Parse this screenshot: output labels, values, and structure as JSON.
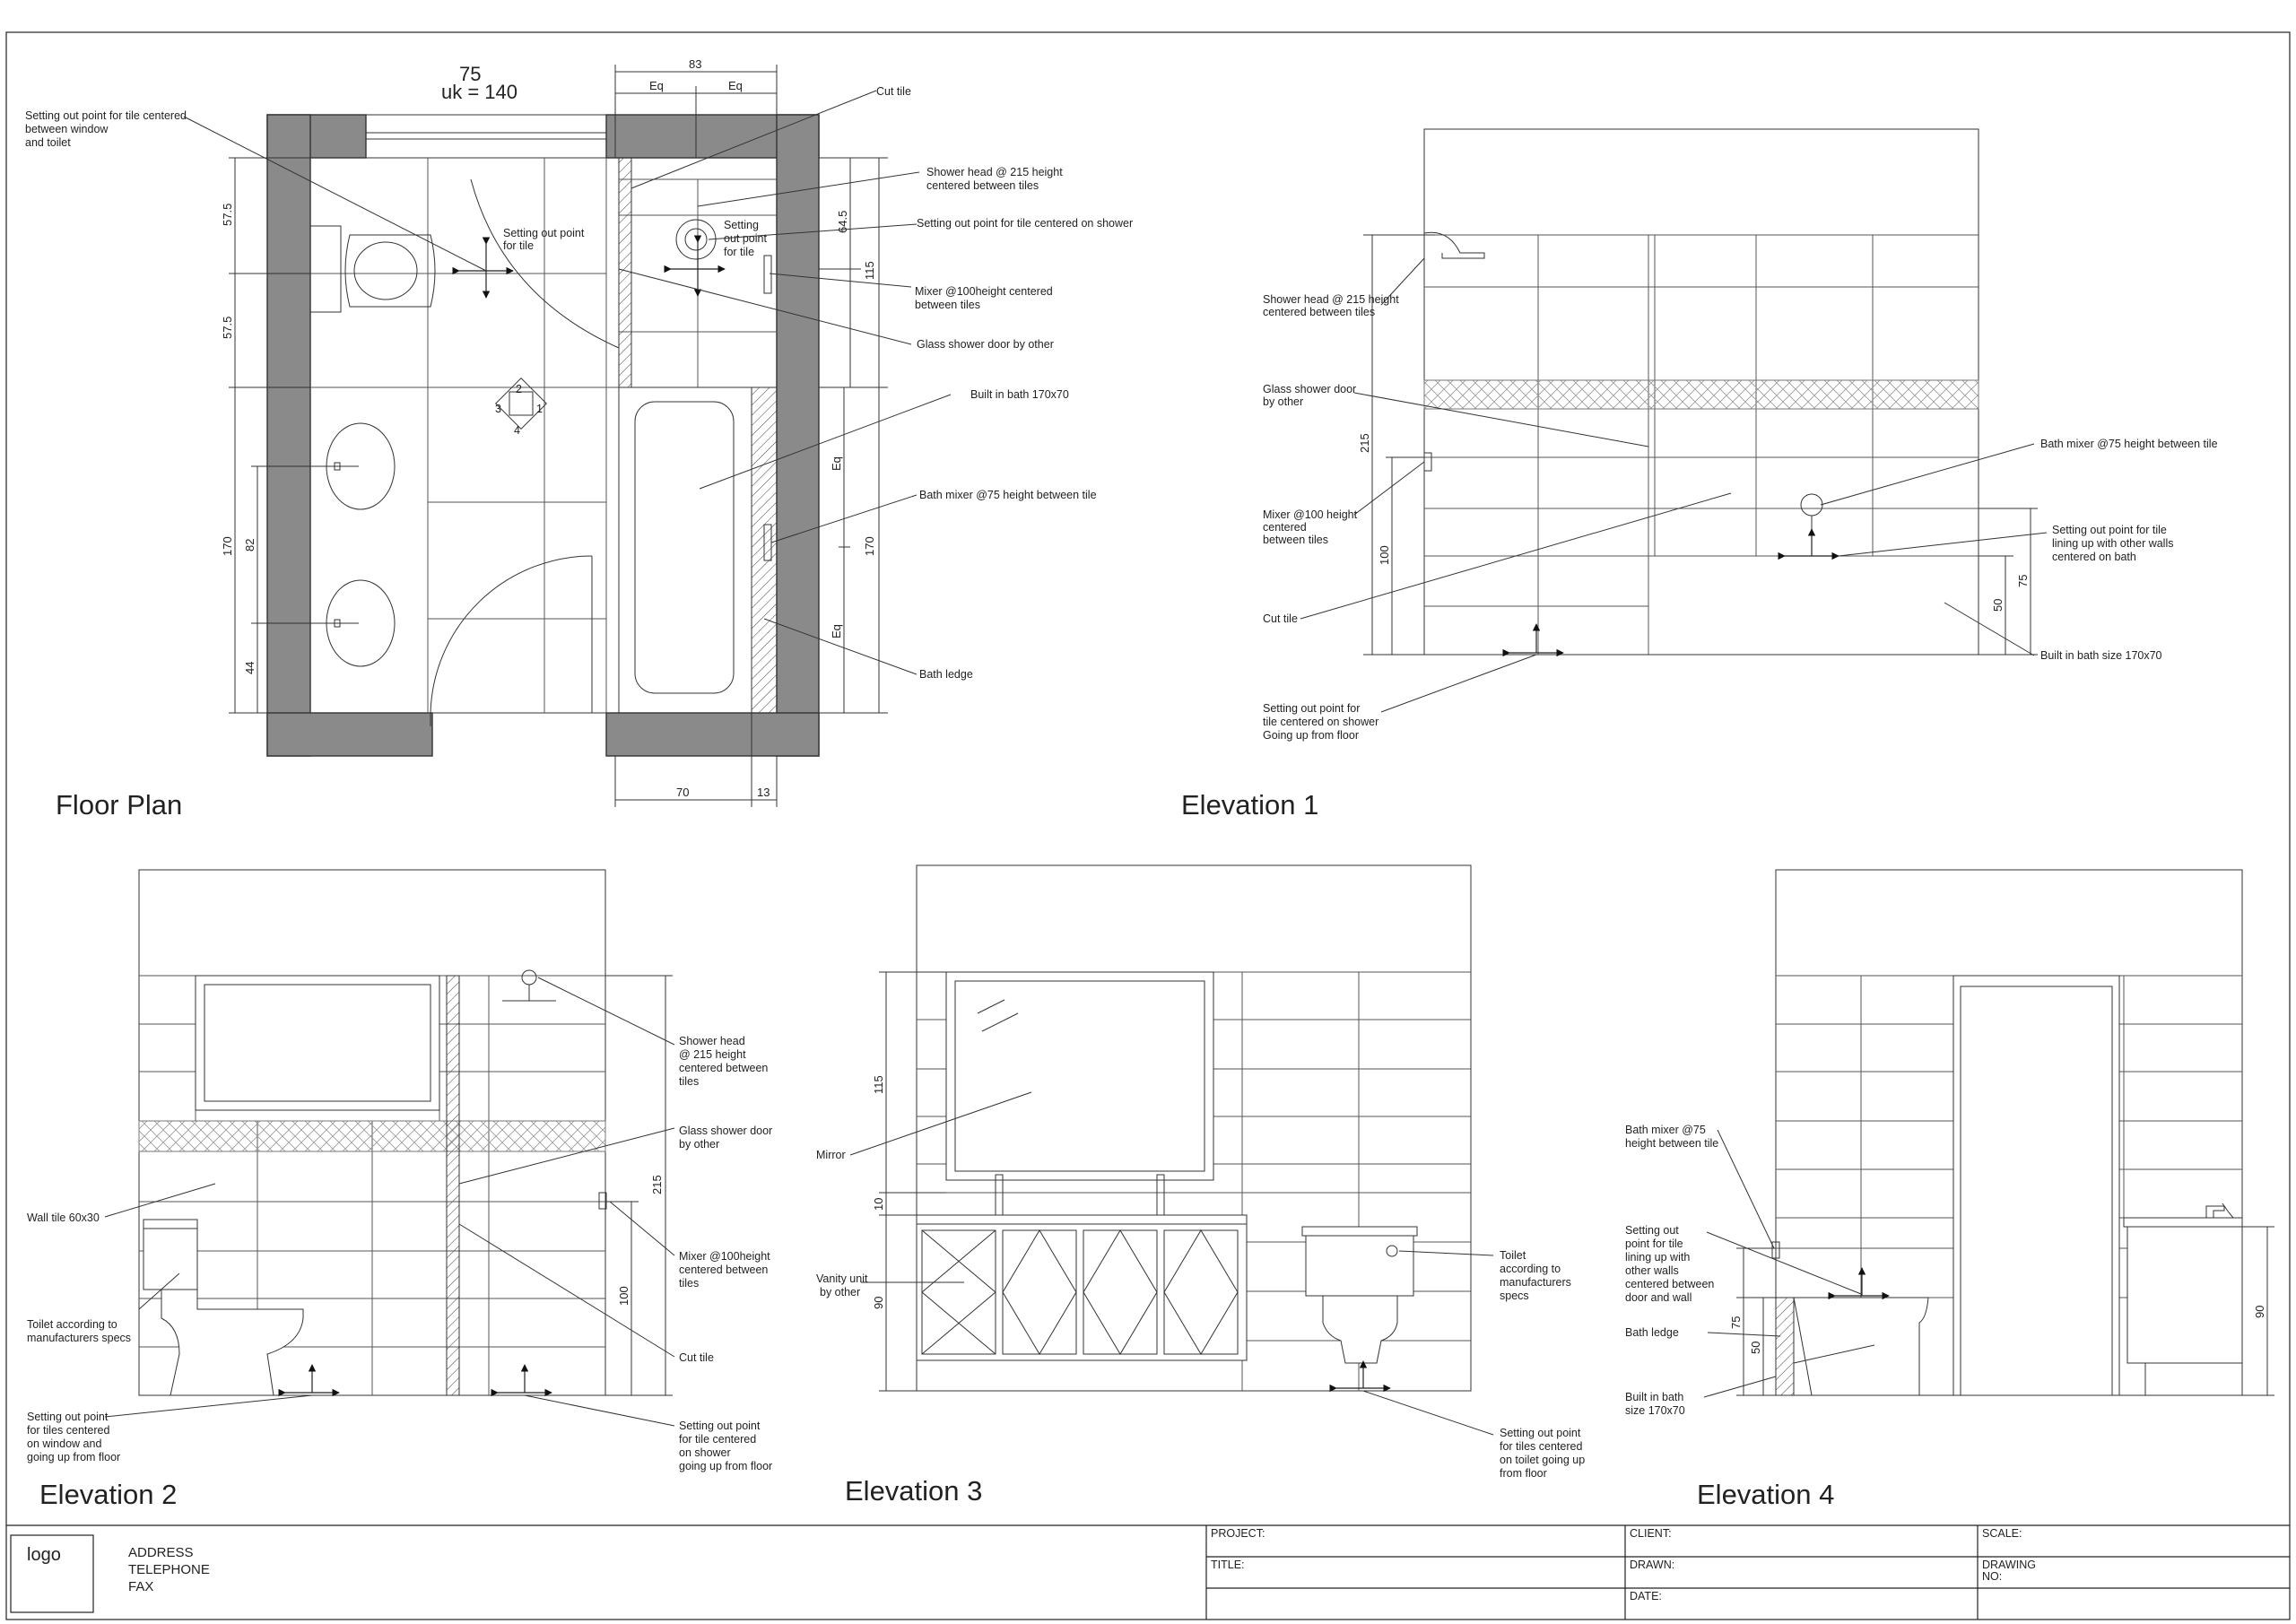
{
  "views": {
    "floor_plan": "Floor Plan",
    "elevation_1": "Elevation 1",
    "elevation_2": "Elevation 2",
    "elevation_3": "Elevation 3",
    "elevation_4": "Elevation 4"
  },
  "floor_plan": {
    "window_dim": "75",
    "window_dim_uk": "uk = 140",
    "dim_top": "83",
    "eq": "Eq",
    "dim_57a": "57.5",
    "dim_57b": "57.5",
    "dim_170_left": "170",
    "dim_82": "82",
    "dim_44": "44",
    "dim_64": "64.5",
    "dim_115": "115",
    "dim_170_right": "170",
    "dim_70": "70",
    "dim_13": "13",
    "n1": "1",
    "n2": "2",
    "n3": "3",
    "n4": "4",
    "notes": {
      "setting_window_1": "Setting out point for tile centered",
      "setting_window_2": " between window",
      "setting_window_3": "and toilet",
      "setting_tile_1": "Setting out point",
      "setting_tile_2": "for tile",
      "setting_small_1": "Setting",
      "setting_small_2": "out point",
      "setting_small_3": "for tile",
      "cut_tile": "Cut tile",
      "shower_head_1": "Shower head @ 215 height",
      "shower_head_2": "centered between tiles",
      "setting_shower": "Setting out point for tile centered on shower",
      "mixer_1": "Mixer @100height centered",
      "mixer_2": "between tiles",
      "glass_door": "Glass shower door by other",
      "built_in_bath": "Built in bath 170x70",
      "bath_mixer": "Bath mixer @75 height between tile",
      "bath_ledge": "Bath ledge"
    }
  },
  "elevation_1": {
    "dim_215": "215",
    "dim_100": "100",
    "dim_50": "50",
    "dim_75": "75",
    "notes": {
      "shower_1": "Shower head @ 215 height",
      "shower_2": "centered between tiles",
      "glass_1": "Glass shower door",
      "glass_2": "by other",
      "mixer_1": "Mixer @100 height",
      "mixer_2": "centered",
      "mixer_3": "between tiles",
      "cut_tile": "Cut tile",
      "setting_1": "Setting out point for",
      "setting_2": "tile centered on shower",
      "setting_3": "Going up from floor",
      "bath_mixer": "Bath mixer @75 height between tile",
      "lining_1": "Setting out point for tile",
      "lining_2": "lining up with other walls",
      "lining_3": "centered on bath",
      "bath_size": "Built in bath size 170x70"
    }
  },
  "elevation_2": {
    "dim_215": "215",
    "dim_100": "100",
    "notes": {
      "shower_1": "Shower head",
      "shower_2": "@ 215 height",
      "shower_3": "centered between",
      "shower_4": "tiles",
      "glass_1": "Glass shower door",
      "glass_2": "by other",
      "wall_tile": "Wall tile 60x30",
      "mixer_1": "Mixer @100height",
      "mixer_2": "centered between",
      "mixer_3": "tiles",
      "toilet_1": "Toilet according to",
      "toilet_2": "manufacturers specs",
      "cut_tile": "Cut tile",
      "sw_1": "Setting out point",
      "sw_2": "for tiles centered",
      "sw_3": "on window and",
      "sw_4": "going up from floor",
      "ss_1": "Setting out point",
      "ss_2": "for tile centered",
      "ss_3": "on shower",
      "ss_4": "going up from floor"
    }
  },
  "elevation_3": {
    "dim_115": "115",
    "dim_10": "10",
    "dim_90": "90",
    "notes": {
      "mirror": "Mirror",
      "vanity_1": "Vanity unit",
      "vanity_2": "by other",
      "toilet_1": "Toilet",
      "toilet_2": "according to",
      "toilet_3": "manufacturers",
      "toilet_4": "specs",
      "st_1": "Setting out point",
      "st_2": "for tiles centered",
      "st_3": "on toilet going up",
      "st_4": "from floor"
    }
  },
  "elevation_4": {
    "dim_75": "75",
    "dim_50": "50",
    "dim_90": "90",
    "notes": {
      "bm_1": "Bath mixer @75",
      "bm_2": "height between tile",
      "sp_1": "Setting out",
      "sp_2": "point for tile",
      "sp_3": "lining up with",
      "sp_4": "other walls",
      "sp_5": "centered between",
      "sp_6": "door and wall",
      "ledge": "Bath ledge",
      "bath_1": "Built in bath",
      "bath_2": "size 170x70"
    }
  },
  "title_block": {
    "logo": "logo",
    "address": "ADDRESS",
    "telephone": "TELEPHONE",
    "fax": "FAX",
    "project": "PROJECT:",
    "title": "TITLE:",
    "client": "CLIENT:",
    "drawn": "DRAWN:",
    "date": "DATE:",
    "scale": "SCALE:",
    "drawing_no_1": "DRAWING",
    "drawing_no_2": "NO:"
  }
}
